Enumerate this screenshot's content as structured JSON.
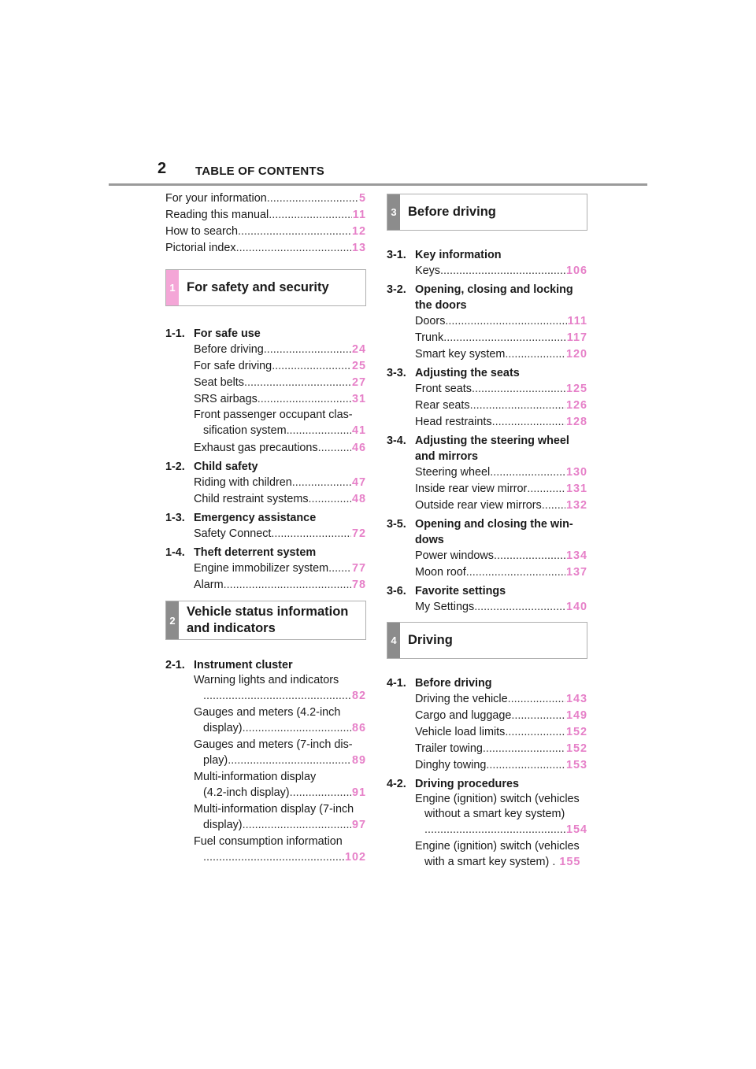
{
  "header": {
    "page_number": "2",
    "title": "TABLE OF CONTENTS"
  },
  "colors": {
    "page_accent": "#e680c8",
    "tab_1": "#f4a6d7",
    "tab_2": "#8c8c8c",
    "tab_3": "#8c8c8c",
    "tab_4": "#8c8c8c"
  },
  "intro": [
    {
      "text": "For your information",
      "page": "5"
    },
    {
      "text": "Reading this manual",
      "page": "11"
    },
    {
      "text": "How to search",
      "page": "12"
    },
    {
      "text": "Pictorial index",
      "page": "13"
    }
  ],
  "chapters": {
    "c1": {
      "number": "1",
      "title": "For safety and security"
    },
    "c2": {
      "number": "2",
      "title_line1": "Vehicle status information",
      "title_line2": "and indicators"
    },
    "c3": {
      "number": "3",
      "title": "Before driving"
    },
    "c4": {
      "number": "4",
      "title": "Driving"
    }
  },
  "s11": {
    "num": "1-1.",
    "title": "For safe use",
    "items": [
      {
        "text": "Before driving",
        "page": "24"
      },
      {
        "text": "For safe driving",
        "page": "25"
      },
      {
        "text": "Seat belts",
        "page": "27"
      },
      {
        "text": "SRS airbags",
        "page": "31"
      },
      {
        "line1": "Front passenger occupant clas-",
        "text": "sification system",
        "page": "41"
      },
      {
        "text": "Exhaust gas precautions",
        "page": "46"
      }
    ]
  },
  "s12": {
    "num": "1-2.",
    "title": "Child safety",
    "items": [
      {
        "text": "Riding with children",
        "page": "47"
      },
      {
        "text": "Child restraint systems",
        "page": "48"
      }
    ]
  },
  "s13": {
    "num": "1-3.",
    "title": "Emergency assistance",
    "items": [
      {
        "text": "Safety Connect",
        "page": "72"
      }
    ]
  },
  "s14": {
    "num": "1-4.",
    "title": "Theft deterrent system",
    "items": [
      {
        "text": "Engine immobilizer system",
        "page": "77"
      },
      {
        "text": "Alarm",
        "page": "78"
      }
    ]
  },
  "s21": {
    "num": "2-1.",
    "title": "Instrument cluster",
    "items": [
      {
        "line1": "Warning lights and indicators",
        "text": "",
        "page": "82"
      },
      {
        "line1": "Gauges and meters (4.2-inch",
        "text": "display)",
        "page": "86"
      },
      {
        "line1": "Gauges and meters (7-inch dis-",
        "text": "play)",
        "page": "89"
      },
      {
        "line1": "Multi-information display",
        "text": "(4.2-inch display)",
        "page": "91"
      },
      {
        "line1": "Multi-information display (7-inch",
        "text": "display)",
        "page": "97"
      },
      {
        "line1": "Fuel consumption information",
        "text": "",
        "page": "102"
      }
    ]
  },
  "s31": {
    "num": "3-1.",
    "title": "Key information",
    "items": [
      {
        "text": "Keys",
        "page": "106"
      }
    ]
  },
  "s32": {
    "num": "3-2.",
    "title_line1": "Opening, closing and locking",
    "title_line2": "the doors",
    "items": [
      {
        "text": "Doors",
        "page": "111"
      },
      {
        "text": "Trunk",
        "page": "117"
      },
      {
        "text": "Smart key system",
        "page": "120"
      }
    ]
  },
  "s33": {
    "num": "3-3.",
    "title": "Adjusting the seats",
    "items": [
      {
        "text": "Front seats",
        "page": "125"
      },
      {
        "text": "Rear seats",
        "page": "126"
      },
      {
        "text": "Head restraints",
        "page": "128"
      }
    ]
  },
  "s34": {
    "num": "3-4.",
    "title_line1": "Adjusting the steering wheel",
    "title_line2": "and mirrors",
    "items": [
      {
        "text": "Steering wheel",
        "page": "130"
      },
      {
        "text": "Inside rear view mirror",
        "page": "131"
      },
      {
        "text": "Outside rear view mirrors",
        "page": "132"
      }
    ]
  },
  "s35": {
    "num": "3-5.",
    "title_line1": "Opening and closing the win-",
    "title_line2": "dows",
    "items": [
      {
        "text": "Power windows",
        "page": "134"
      },
      {
        "text": "Moon roof",
        "page": "137"
      }
    ]
  },
  "s36": {
    "num": "3-6.",
    "title": "Favorite settings",
    "items": [
      {
        "text": "My Settings",
        "page": "140"
      }
    ]
  },
  "s41": {
    "num": "4-1.",
    "title": "Before driving",
    "items": [
      {
        "text": "Driving the vehicle",
        "page": "143"
      },
      {
        "text": "Cargo and luggage",
        "page": "149"
      },
      {
        "text": "Vehicle load limits",
        "page": "152"
      },
      {
        "text": "Trailer towing",
        "page": "152"
      },
      {
        "text": "Dinghy towing",
        "page": "153"
      }
    ]
  },
  "s42": {
    "num": "4-2.",
    "title": "Driving procedures",
    "items": [
      {
        "line1": "Engine (ignition) switch (vehicles",
        "text": "without a smart key system)",
        "line3": "",
        "page": "154"
      },
      {
        "line1": "Engine (ignition) switch (vehicles",
        "text": "with a smart key system)",
        "page": "155"
      }
    ]
  }
}
